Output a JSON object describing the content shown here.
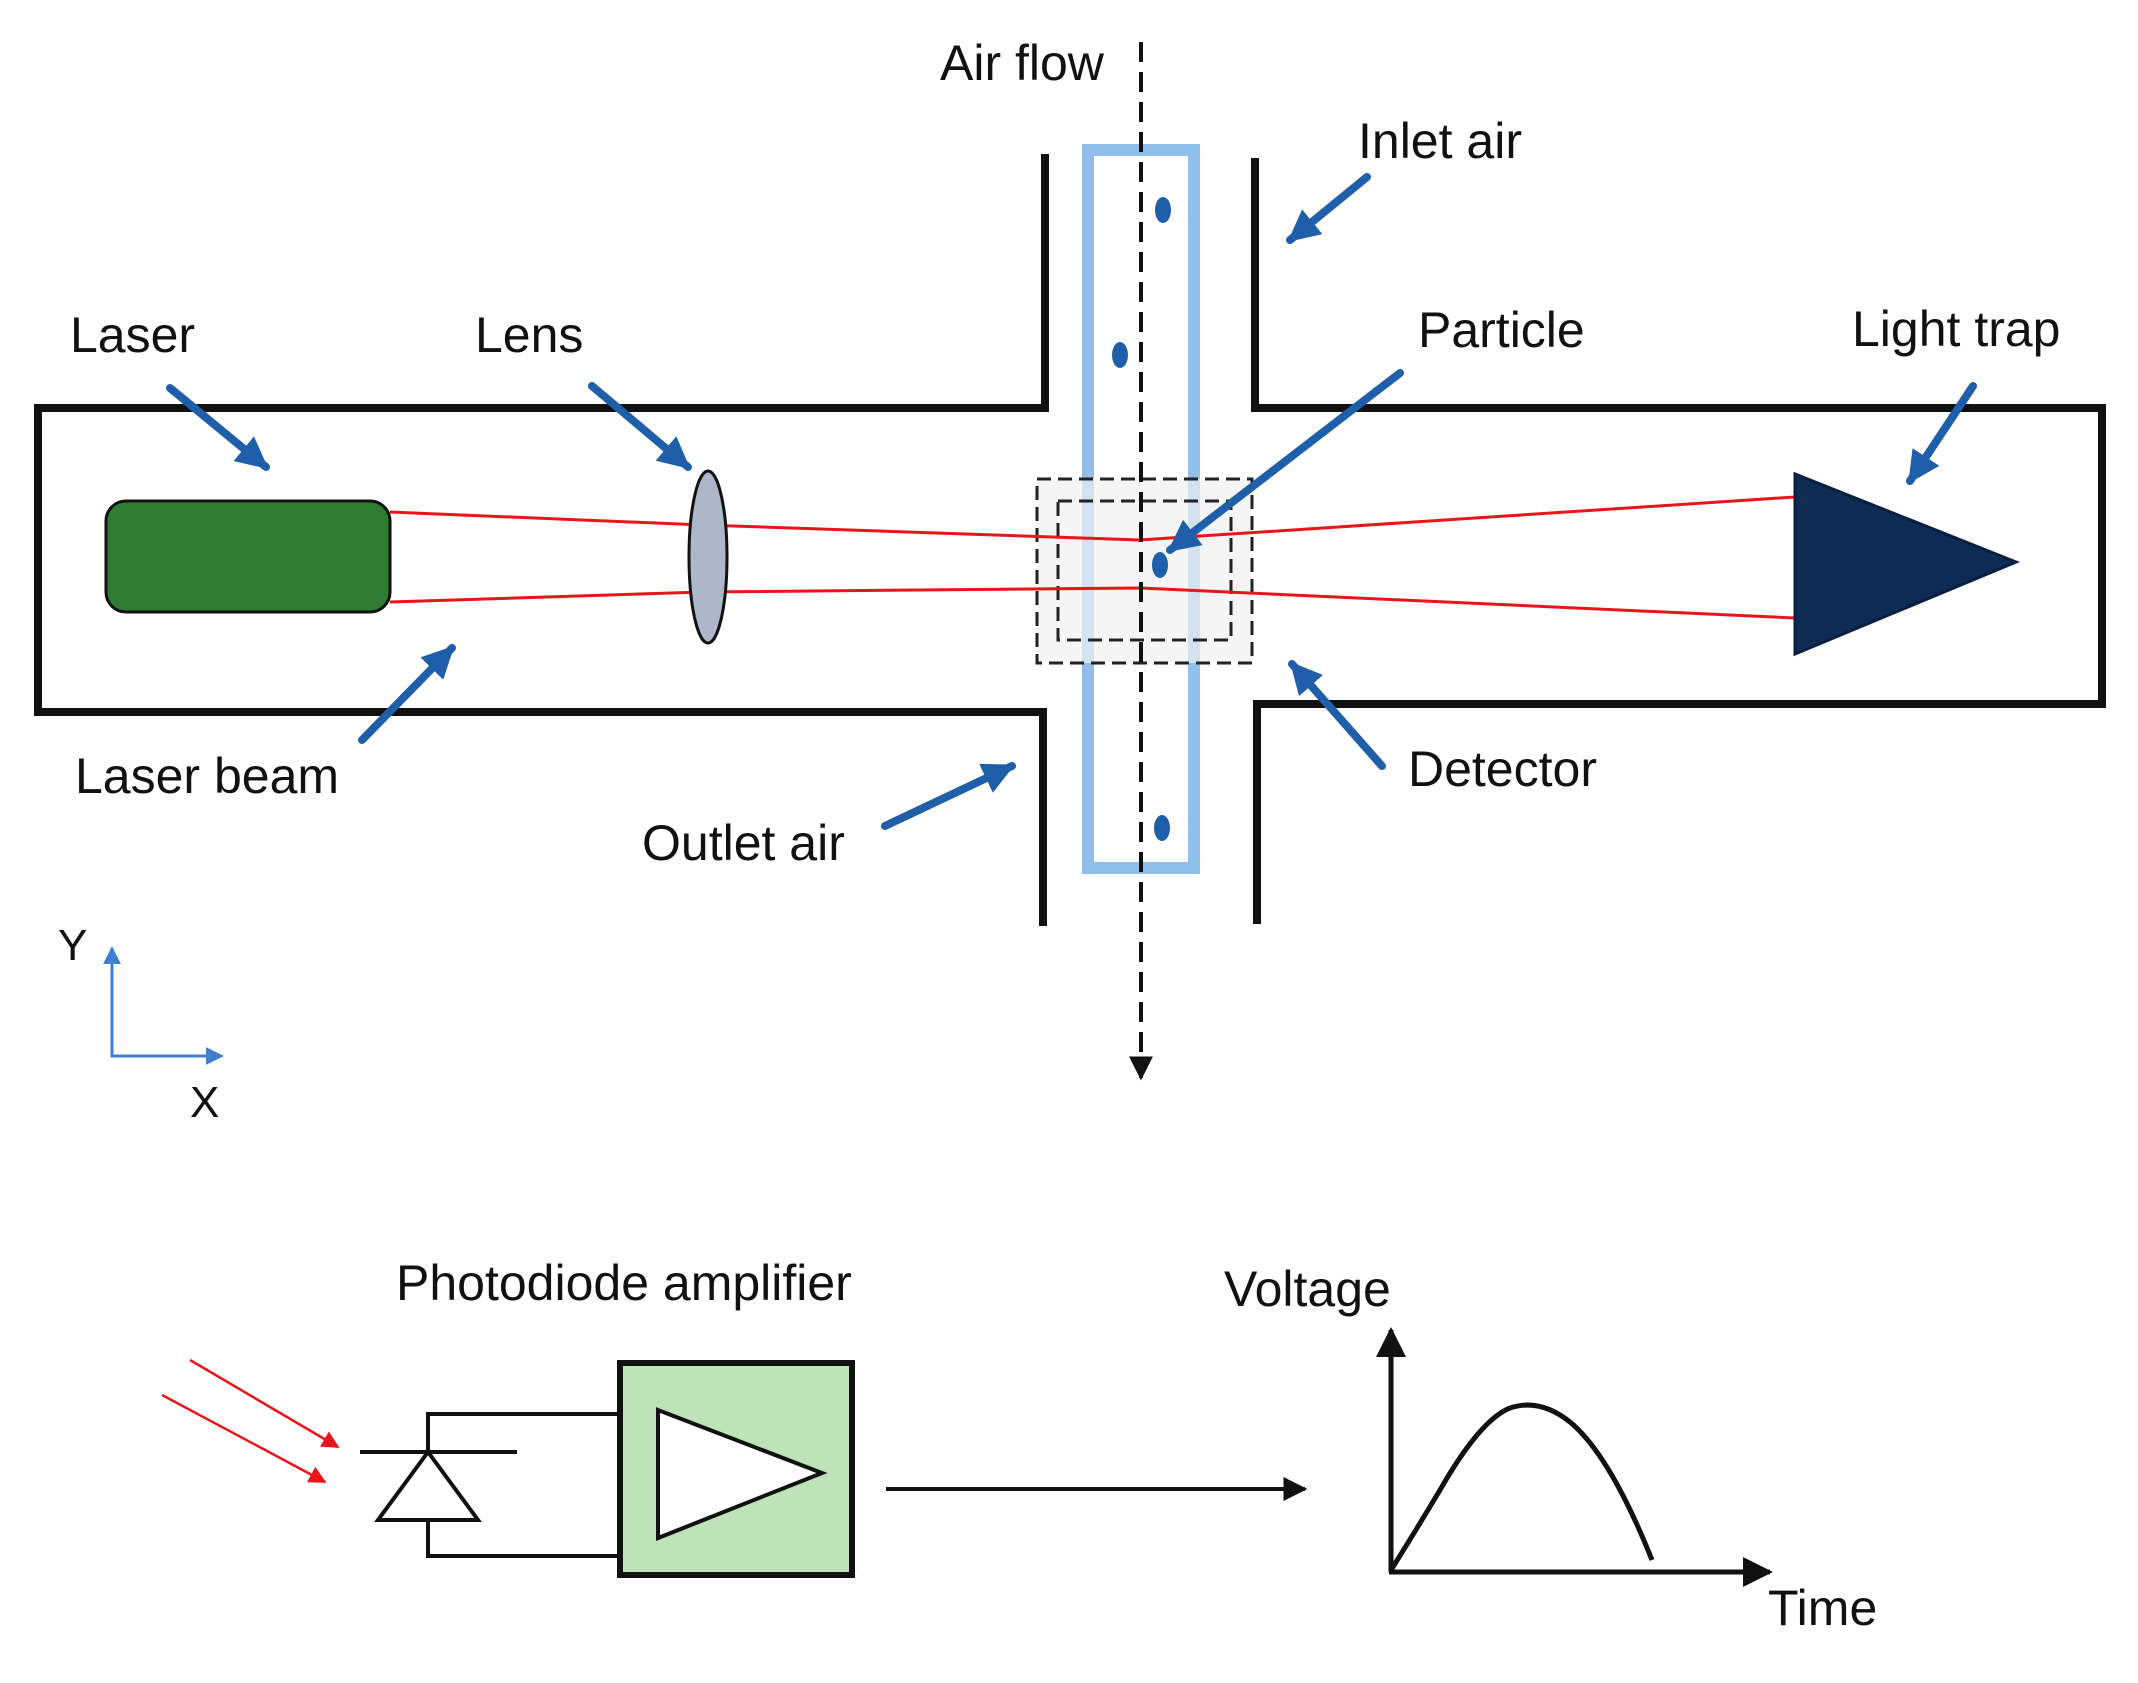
{
  "diagram": {
    "labels": {
      "air_flow": "Air flow",
      "inlet_air": "Inlet air",
      "laser": "Laser",
      "lens": "Lens",
      "particle": "Particle",
      "light_trap": "Light trap",
      "laser_beam": "Laser beam",
      "outlet_air": "Outlet air",
      "detector": "Detector",
      "axis_y": "Y",
      "axis_x": "X"
    },
    "circuit": {
      "photodiode_amplifier": "Photodiode amplifier",
      "voltage": "Voltage",
      "time": "Time"
    },
    "colors": {
      "pointer_arrow": "#1f5ea8",
      "laser_body": "#2e7d32",
      "laser_beam": "#e8151b",
      "lens": "#aeb7c9",
      "flow_tube": "#8fbfea",
      "particle": "#1f5ea8",
      "light_trap": "#0d2b55",
      "amplifier_box": "#bfe3b8",
      "axis_arrows": "#3f7fd0",
      "detector_box": "#f1f1f1"
    },
    "icons": {
      "photodiode": "diode-symbol",
      "amplifier": "triangle-amplifier"
    }
  }
}
